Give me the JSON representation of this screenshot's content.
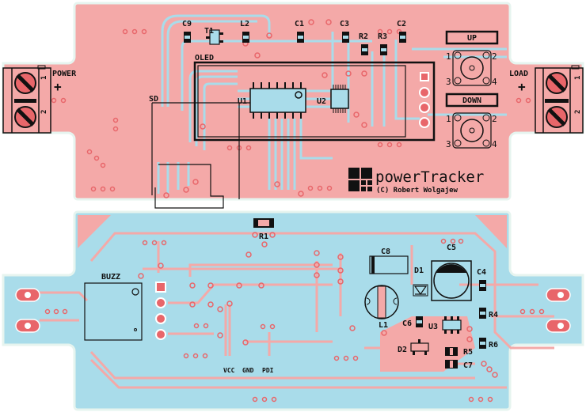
{
  "colors": {
    "board_top_copper": "#f4a9a8",
    "board_bottom_copper": "#a9dcea",
    "trace_blue": "#a9dcea",
    "trace_pink": "#f4a9a8",
    "via_ring": "#e8666a",
    "silk": "#111111",
    "outline": "#e6f4ef"
  },
  "top_board": {
    "title": "powerTracker",
    "copyright": "(C) Robert Wolgajew",
    "labels": {
      "power": "POWER",
      "load": "LOAD",
      "plus": "+",
      "oled": "OLED",
      "sd": "SD",
      "u1": "U1",
      "u2": "U2",
      "c9": "C9",
      "t1": "T1",
      "l2": "L2",
      "c1": "C1",
      "c3": "C3",
      "r2": "R2",
      "r3": "R3",
      "c2": "C2",
      "up": "UP",
      "down": "DOWN"
    },
    "terminal_pins": [
      "1",
      "2"
    ],
    "button_pins": [
      "1",
      "2",
      "3",
      "4"
    ]
  },
  "bottom_board": {
    "labels": {
      "r1": "R1",
      "buzz": "BUZZ",
      "c8": "C8",
      "c5": "C5",
      "d1": "D1",
      "c4": "C4",
      "l1": "L1",
      "c6": "C6",
      "u3": "U3",
      "r4": "R4",
      "d2": "D2",
      "r5": "R5",
      "r6": "R6",
      "c7": "C7",
      "vcc": "VCC",
      "gnd": "GND",
      "pdi": "PDI"
    }
  }
}
